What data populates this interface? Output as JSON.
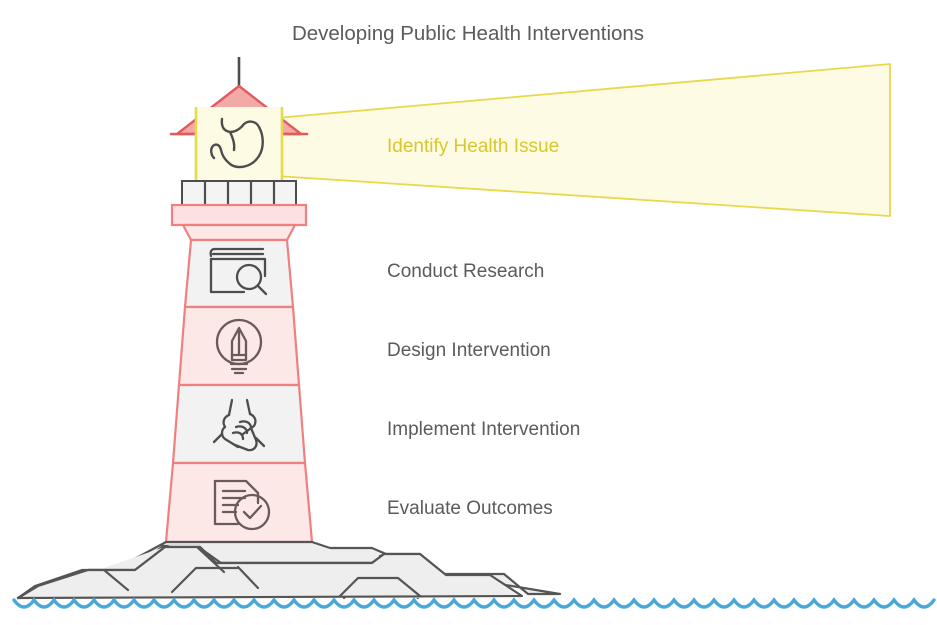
{
  "title": "Developing Public Health Interventions",
  "colors": {
    "title_text": "#5b5b5b",
    "label_text": "#5b5b5b",
    "beam_fill": "#fdfbe4",
    "beam_stroke": "#e8d94a",
    "beam_text": "#d9c72c",
    "tower_stroke": "#ef8080",
    "band_gray": "#f2f2f2",
    "band_pink": "#fde8e8",
    "roof_fill": "#f4a9a9",
    "roof_stroke": "#e05b5b",
    "lamp_fill": "#fdfbe4",
    "icon_stroke": "#4d4d4d",
    "rock_fill": "#eeeeee",
    "rock_stroke": "#555555",
    "water": "#4aa8d8",
    "background": "#ffffff"
  },
  "lighthouse": {
    "spire_name": "spire",
    "roof_name": "roof",
    "lamp_room_icon": "stomach-icon",
    "railing_name": "gallery-railing"
  },
  "steps": [
    {
      "id": "identify-health-issue",
      "label": "Identify Health Issue",
      "icon": "stomach-icon",
      "highlighted": true
    },
    {
      "id": "conduct-research",
      "label": "Conduct Research",
      "icon": "book-search-icon",
      "highlighted": false
    },
    {
      "id": "design-intervention",
      "label": "Design Intervention",
      "icon": "lightbulb-pencil-icon",
      "highlighted": false
    },
    {
      "id": "implement-intervention",
      "label": "Implement Intervention",
      "icon": "hands-together-icon",
      "highlighted": false
    },
    {
      "id": "evaluate-outcomes",
      "label": "Evaluate Outcomes",
      "icon": "document-check-icon",
      "highlighted": false
    }
  ],
  "scene": {
    "rocks_name": "rock-base",
    "water_name": "water-waves"
  }
}
